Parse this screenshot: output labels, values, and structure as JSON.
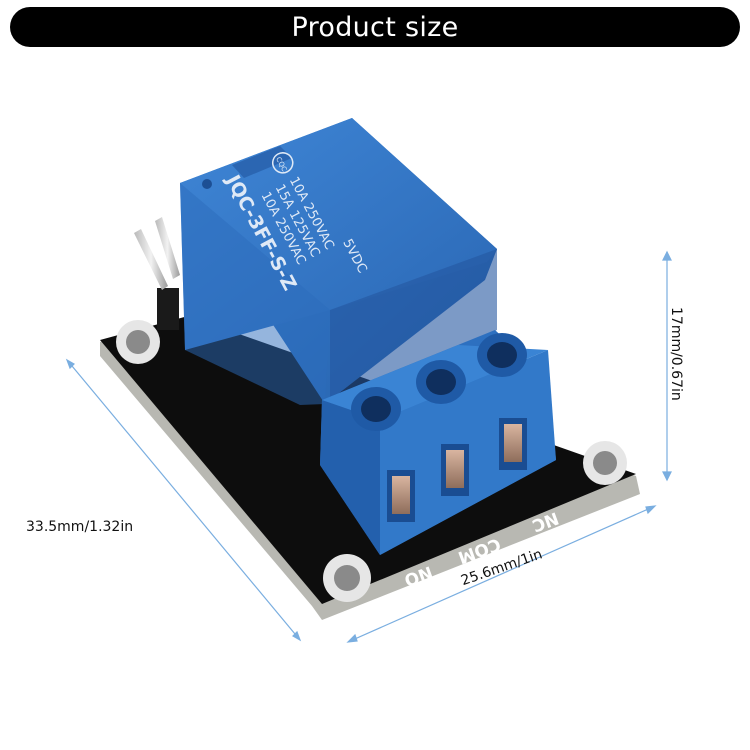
{
  "header": {
    "title": "Product size"
  },
  "relay": {
    "brand_mark": "CQC",
    "body_lines": [
      "5VDC",
      "10A 250VAC",
      "15A 125VAC",
      "10A 250VAC",
      "JQC-3FF-S-Z"
    ],
    "terminal_labels": [
      "NO",
      "COM",
      "NC"
    ],
    "body_color": "#2f73c4",
    "board_color": "#0d0d0d"
  },
  "dimensions": {
    "length": "33.5mm/1.32in",
    "width": "25.6mm/1in",
    "height": "17mm/0.67in",
    "line_color": "#7aaee0"
  }
}
